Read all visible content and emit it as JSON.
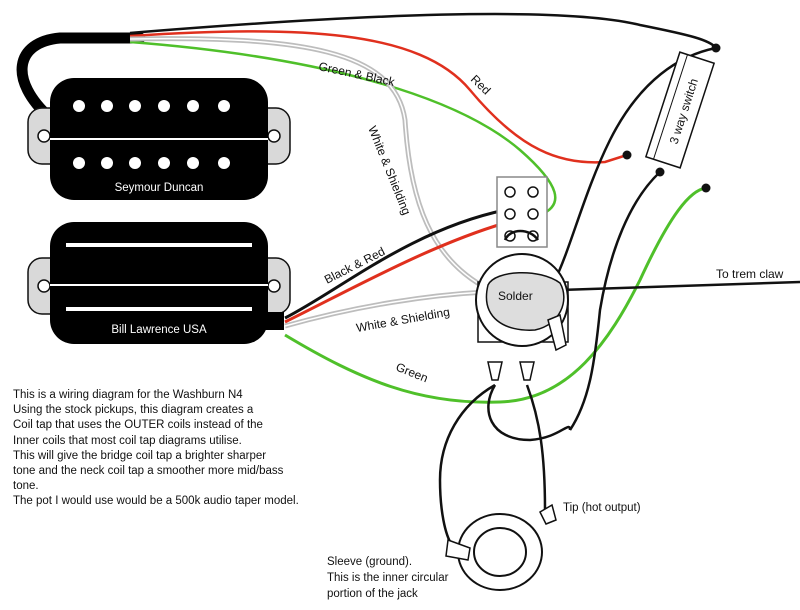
{
  "pickups": {
    "bridge_name": "Seymour Duncan",
    "neck_name": "Bill Lawrence USA"
  },
  "wire_labels": {
    "green_black": "Green & Black",
    "red": "Red",
    "white_shielding_top": "White & Shielding",
    "black_red": "Black & Red",
    "white_shielding_bottom": "White & Shielding",
    "green": "Green",
    "to_trem_claw": "To trem claw"
  },
  "switch": {
    "label": "3 way switch"
  },
  "pot": {
    "solder_label": "Solder"
  },
  "jack": {
    "tip_label": "Tip (hot output)",
    "sleeve_lines": [
      "Sleeve (ground).",
      "This is the inner circular",
      "portion of the jack"
    ]
  },
  "description_lines": [
    "This is a wiring diagram for the Washburn N4",
    "Using the stock pickups, this diagram creates a",
    "Coil tap that uses the OUTER coils instead of the",
    "Inner coils that most coil tap diagrams utilise.",
    "This will give the bridge coil tap a brighter sharper",
    "tone and the neck coil tap a smoother more mid/bass",
    "tone.",
    "The pot I would use would be a 500k audio taper model."
  ],
  "colors": {
    "wire_red": "#e0301e",
    "wire_green": "#4fc02a",
    "wire_black": "#111111",
    "wire_white": "#bdbdbd",
    "pickup_body": "#000000",
    "mount_ring": "#d9d9d9"
  }
}
